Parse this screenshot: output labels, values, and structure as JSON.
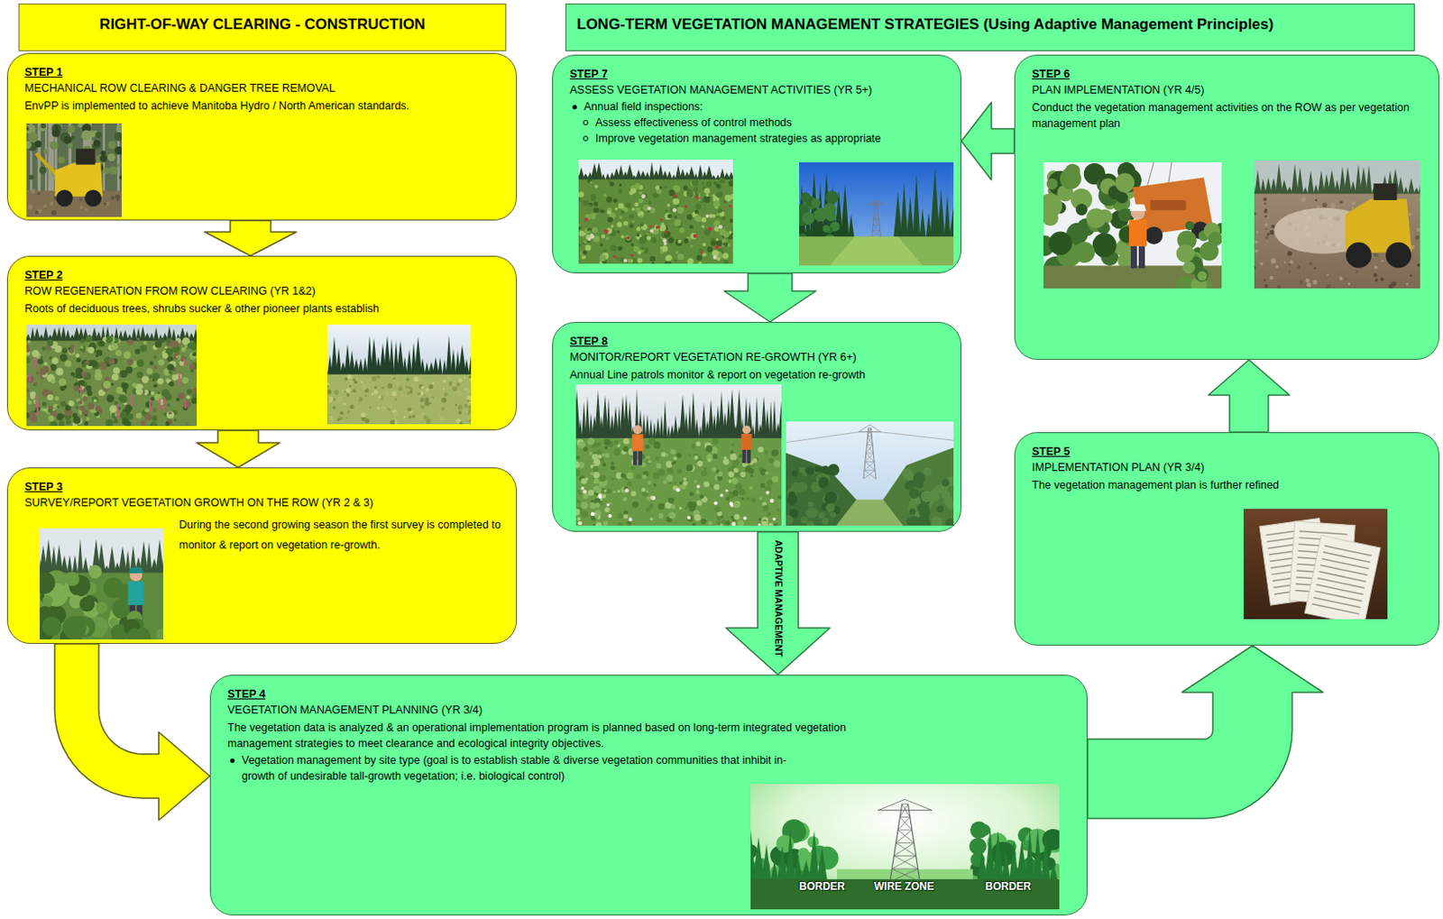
{
  "diagram": {
    "nodes": [
      {
        "text": [
          "RIGHT-OF-WAY CLEARING - CONSTRUCTION"
        ]
      },
      {
        "text": [
          "STEP 1",
          "MECHANICAL ROW CLEARING & DANGER TREE REMOVAL",
          "EnvPP is implemented to achieve Manitoba Hydro / North American standards."
        ]
      },
      {
        "text": [
          "STEP 2",
          "ROW REGENERATION FROM ROW CLEARING (YR 1&2)",
          "Roots of deciduous trees, shrubs sucker & other pioneer plants establish"
        ]
      },
      {
        "text": [
          "STEP 3",
          "SURVEY/REPORT VEGETATION GROWTH ON THE ROW (YR 2 & 3)",
          "During the second growing season the first survey is completed to monitor & report on vegetation re-growth."
        ]
      },
      {
        "text": [
          "LONG-TERM VEGETATION MANAGEMENT STRATEGIES (Using Adaptive Management Principles)"
        ]
      },
      {
        "text": [
          "STEP 7",
          "ASSESS VEGETATION MANAGEMENT ACTIVITIES (YR 5+)",
          "Annual field inspections:",
          "Assess effectiveness of control methods",
          "Improve vegetation management strategies as appropriate"
        ]
      },
      {
        "text": [
          "STEP 6",
          "PLAN IMPLEMENTATION (YR 4/5)",
          "Conduct the vegetation management activities on the ROW as per vegetation management plan"
        ]
      },
      {
        "text": [
          "STEP 8",
          "MONITOR/REPORT VEGETATION RE-GROWTH (YR 6+)",
          "Annual Line patrols monitor & report on vegetation re-growth"
        ]
      },
      {
        "text": [
          "STEP 5",
          "IMPLEMENTATION PLAN (YR 3/4)",
          "The vegetation management plan is further refined"
        ]
      },
      {
        "text": [
          "STEP 4",
          "VEGETATION MANAGEMENT PLANNING (YR 3/4)",
          "The vegetation data is analyzed & an operational implementation program is planned based on long-term integrated vegetation management strategies to meet clearance and ecological integrity objectives.",
          "Vegetation management by site type (goal is to establish stable & diverse vegetation communities that inhibit in-growth of undesirable tall-growth vegetation; i.e. biological control)"
        ]
      }
    ],
    "edges": [
      {
        "from": 1,
        "to": 2,
        "arrow": "to"
      },
      {
        "from": 2,
        "to": 3,
        "arrow": "to"
      },
      {
        "from": 3,
        "to": 9,
        "arrow": "to"
      },
      {
        "from": 9,
        "to": 8,
        "arrow": "to"
      },
      {
        "from": 8,
        "to": 6,
        "arrow": "to"
      },
      {
        "from": 6,
        "to": 5,
        "arrow": "to"
      },
      {
        "from": 5,
        "to": 7,
        "arrow": "to"
      },
      {
        "from": 7,
        "to": 9,
        "label": "ADAPTIVE MANAGEMENT",
        "arrow": "to"
      }
    ],
    "labels": [
      "BORDER",
      "WIRE ZONE",
      "BORDER"
    ]
  }
}
